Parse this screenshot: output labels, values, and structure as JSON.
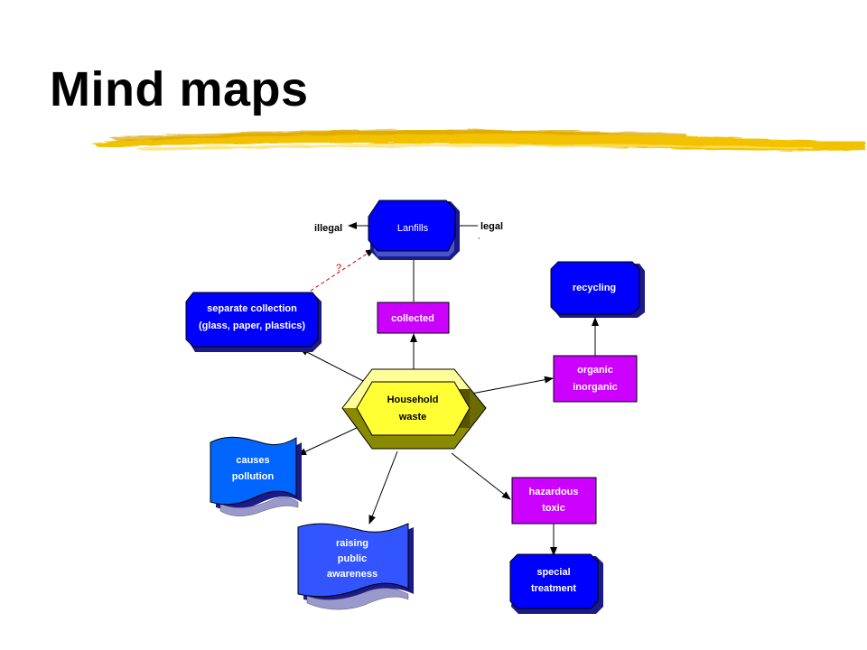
{
  "slide": {
    "title": "Mind maps"
  },
  "colors": {
    "blue": "#0000ff",
    "blue_side": "#3344aa",
    "lightblue": "#0066ff",
    "scroll_blue": "#3355ff",
    "magenta": "#cc00ff",
    "yellow": "#ffff33",
    "olive": "#8a8a00",
    "olive_dark": "#555500",
    "brush": "#f2c200",
    "question_red": "#cc0000"
  },
  "diagram": {
    "center": [
      "Household",
      "waste"
    ],
    "landfills": [
      "Lanfills"
    ],
    "illegal": "illegal",
    "legal": "legal",
    "question": "?",
    "collected": [
      "collected"
    ],
    "separate": [
      "separate collection",
      "(glass, paper, plastics)"
    ],
    "recycling": [
      "recycling"
    ],
    "organic": [
      "organic",
      "inorganic"
    ],
    "hazardous": [
      "hazardous",
      "toxic"
    ],
    "special": [
      "special",
      "treatment"
    ],
    "causes": [
      "causes",
      "pollution"
    ],
    "raising": [
      "raising",
      "public",
      "awareness"
    ]
  }
}
